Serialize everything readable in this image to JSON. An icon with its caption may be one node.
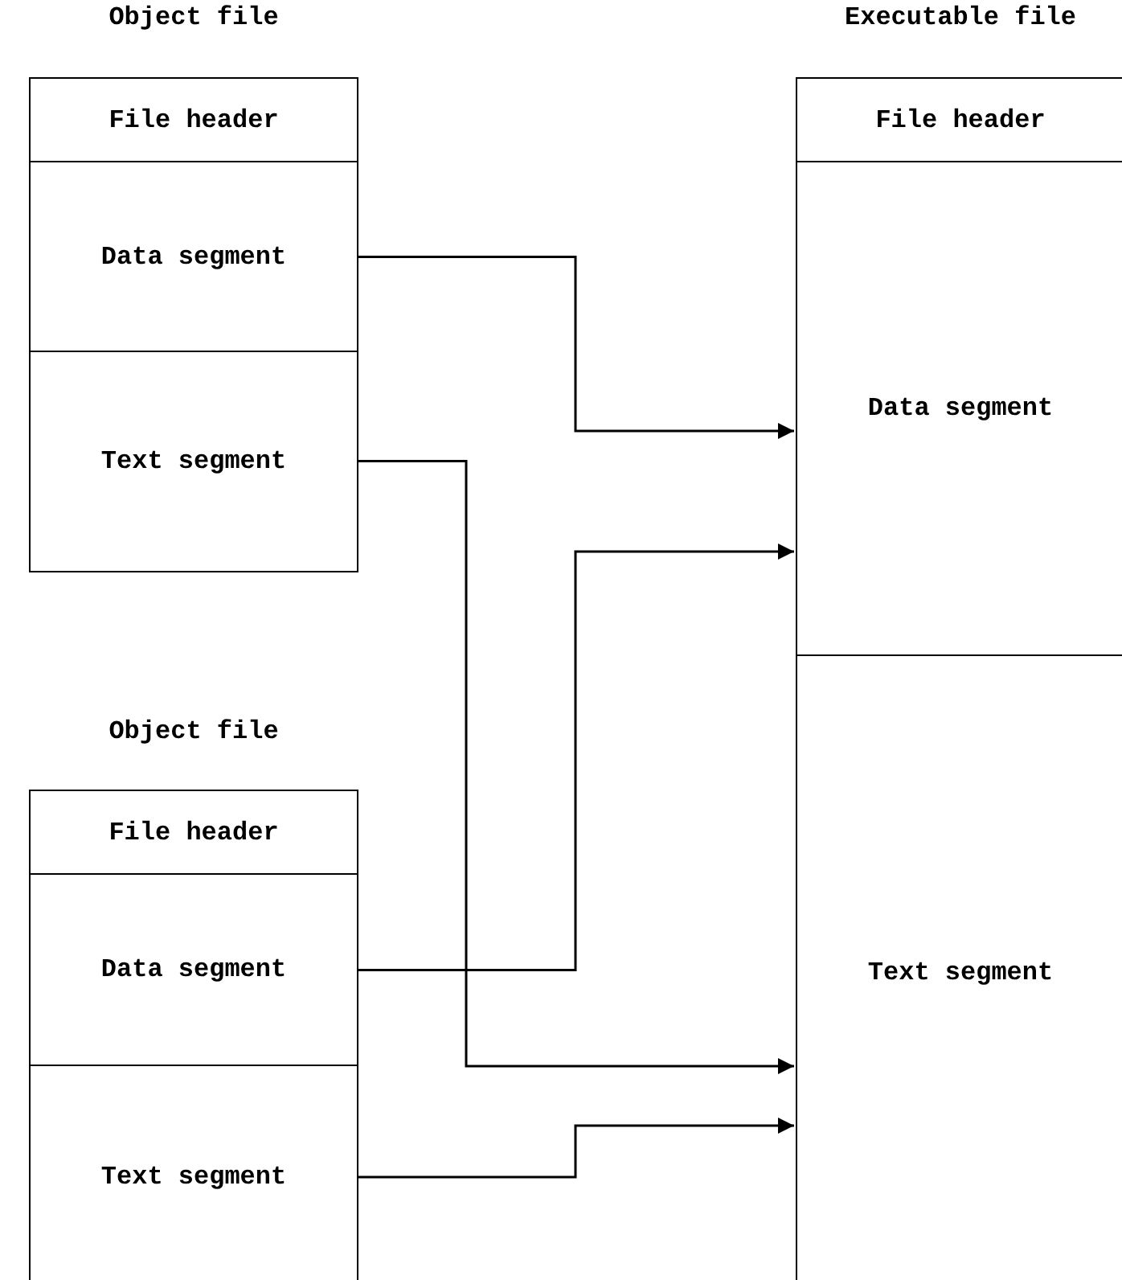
{
  "diagram": {
    "nodes": [
      {
        "text": [
          "Object file"
        ]
      },
      {
        "text": [
          "File header"
        ],
        "in": 0
      },
      {
        "text": [
          "Data segment"
        ],
        "in": 0
      },
      {
        "text": [
          "Text segment"
        ],
        "in": 0
      },
      {
        "text": [
          "Object file"
        ]
      },
      {
        "text": [
          "File header"
        ],
        "in": 4
      },
      {
        "text": [
          "Data segment"
        ],
        "in": 4
      },
      {
        "text": [
          "Text segment"
        ],
        "in": 4
      },
      {
        "text": [
          "Executable file"
        ]
      },
      {
        "text": [
          "File header"
        ],
        "in": 8
      },
      {
        "text": [
          "Data segment"
        ],
        "in": 8
      },
      {
        "text": [
          "Text segment"
        ],
        "in": 8
      }
    ],
    "edges": [
      {
        "from": 2,
        "to": 10,
        "arrow": "to"
      },
      {
        "from": 3,
        "to": 11,
        "arrow": "to"
      },
      {
        "from": 6,
        "to": 10,
        "arrow": "to"
      },
      {
        "from": 7,
        "to": 11,
        "arrow": "to"
      }
    ]
  }
}
